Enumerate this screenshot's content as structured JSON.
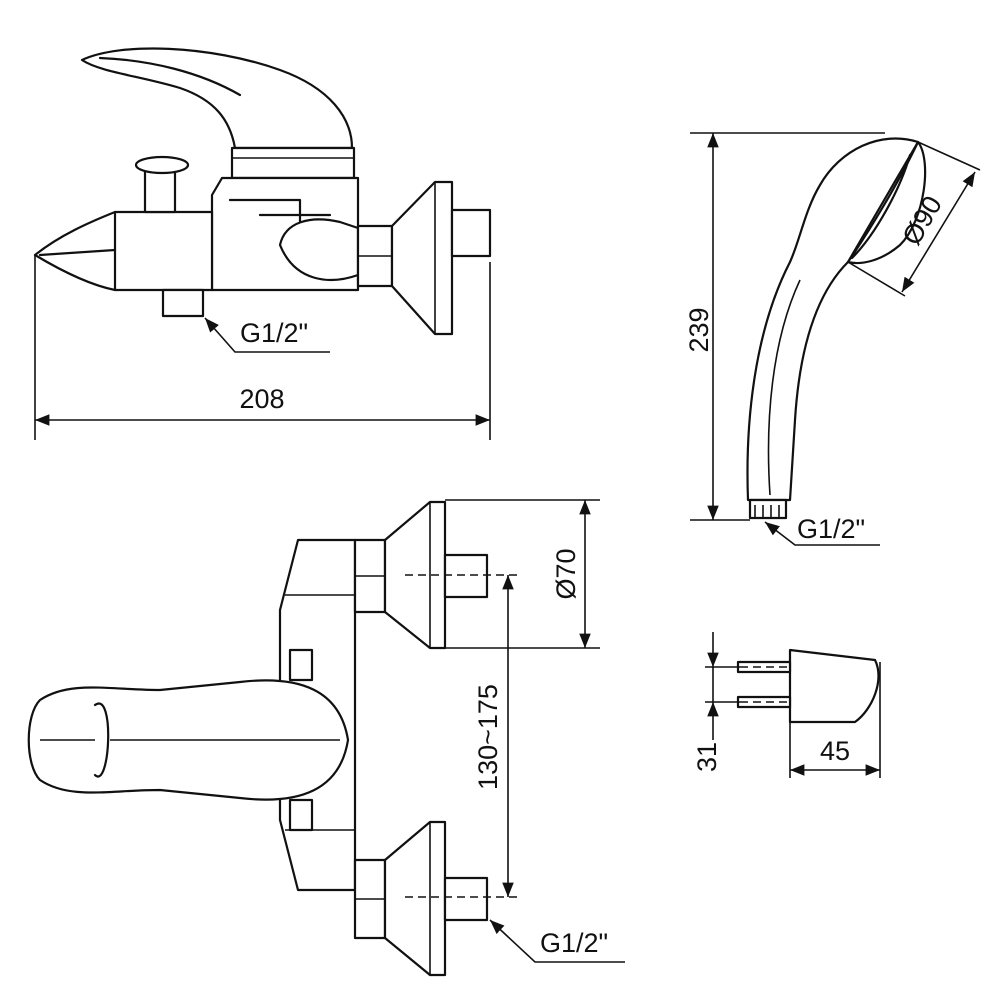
{
  "title": "Bath mixer dimension drawing",
  "side_view": {
    "width_label": "208",
    "inlet_label": "G1/2\""
  },
  "hand_shower": {
    "length_label": "239",
    "diameter_label": "Ø90",
    "thread_label": "G1/2\""
  },
  "front_view": {
    "flange_label": "Ø70",
    "centers_label": "130~175",
    "inlet_label": "G1/2\""
  },
  "holder": {
    "height_label": "31",
    "depth_label": "45"
  }
}
